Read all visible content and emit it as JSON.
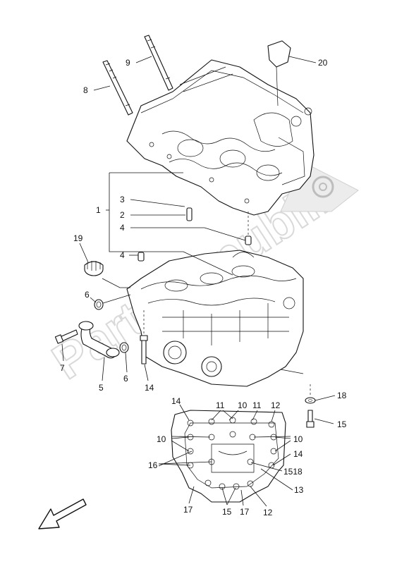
{
  "watermark": {
    "text": "PartsRepublik"
  },
  "callouts": [
    {
      "id": "c20",
      "text": "20"
    },
    {
      "id": "c9",
      "text": "9"
    },
    {
      "id": "c8",
      "text": "8"
    },
    {
      "id": "c1",
      "text": "1"
    },
    {
      "id": "c3",
      "text": "3"
    },
    {
      "id": "c2",
      "text": "2"
    },
    {
      "id": "c4a",
      "text": "4"
    },
    {
      "id": "c4b",
      "text": "4"
    },
    {
      "id": "c19",
      "text": "19"
    },
    {
      "id": "c6a",
      "text": "6"
    },
    {
      "id": "c7",
      "text": "7"
    },
    {
      "id": "c5",
      "text": "5"
    },
    {
      "id": "c6b",
      "text": "6"
    },
    {
      "id": "c14a",
      "text": "14"
    },
    {
      "id": "c18a",
      "text": "18"
    },
    {
      "id": "c15a",
      "text": "15"
    },
    {
      "id": "c14b",
      "text": "14"
    },
    {
      "id": "c11a",
      "text": "11"
    },
    {
      "id": "c10a",
      "text": "10"
    },
    {
      "id": "c11b",
      "text": "11"
    },
    {
      "id": "c12a",
      "text": "12"
    },
    {
      "id": "c10b",
      "text": "10"
    },
    {
      "id": "c10c",
      "text": "10"
    },
    {
      "id": "c14c",
      "text": "14"
    },
    {
      "id": "c16",
      "text": "16"
    },
    {
      "id": "c1518",
      "text": "1518"
    },
    {
      "id": "c13",
      "text": "13"
    },
    {
      "id": "c17a",
      "text": "17"
    },
    {
      "id": "c15b",
      "text": "15"
    },
    {
      "id": "c17b",
      "text": "17"
    },
    {
      "id": "c12b",
      "text": "12"
    }
  ]
}
